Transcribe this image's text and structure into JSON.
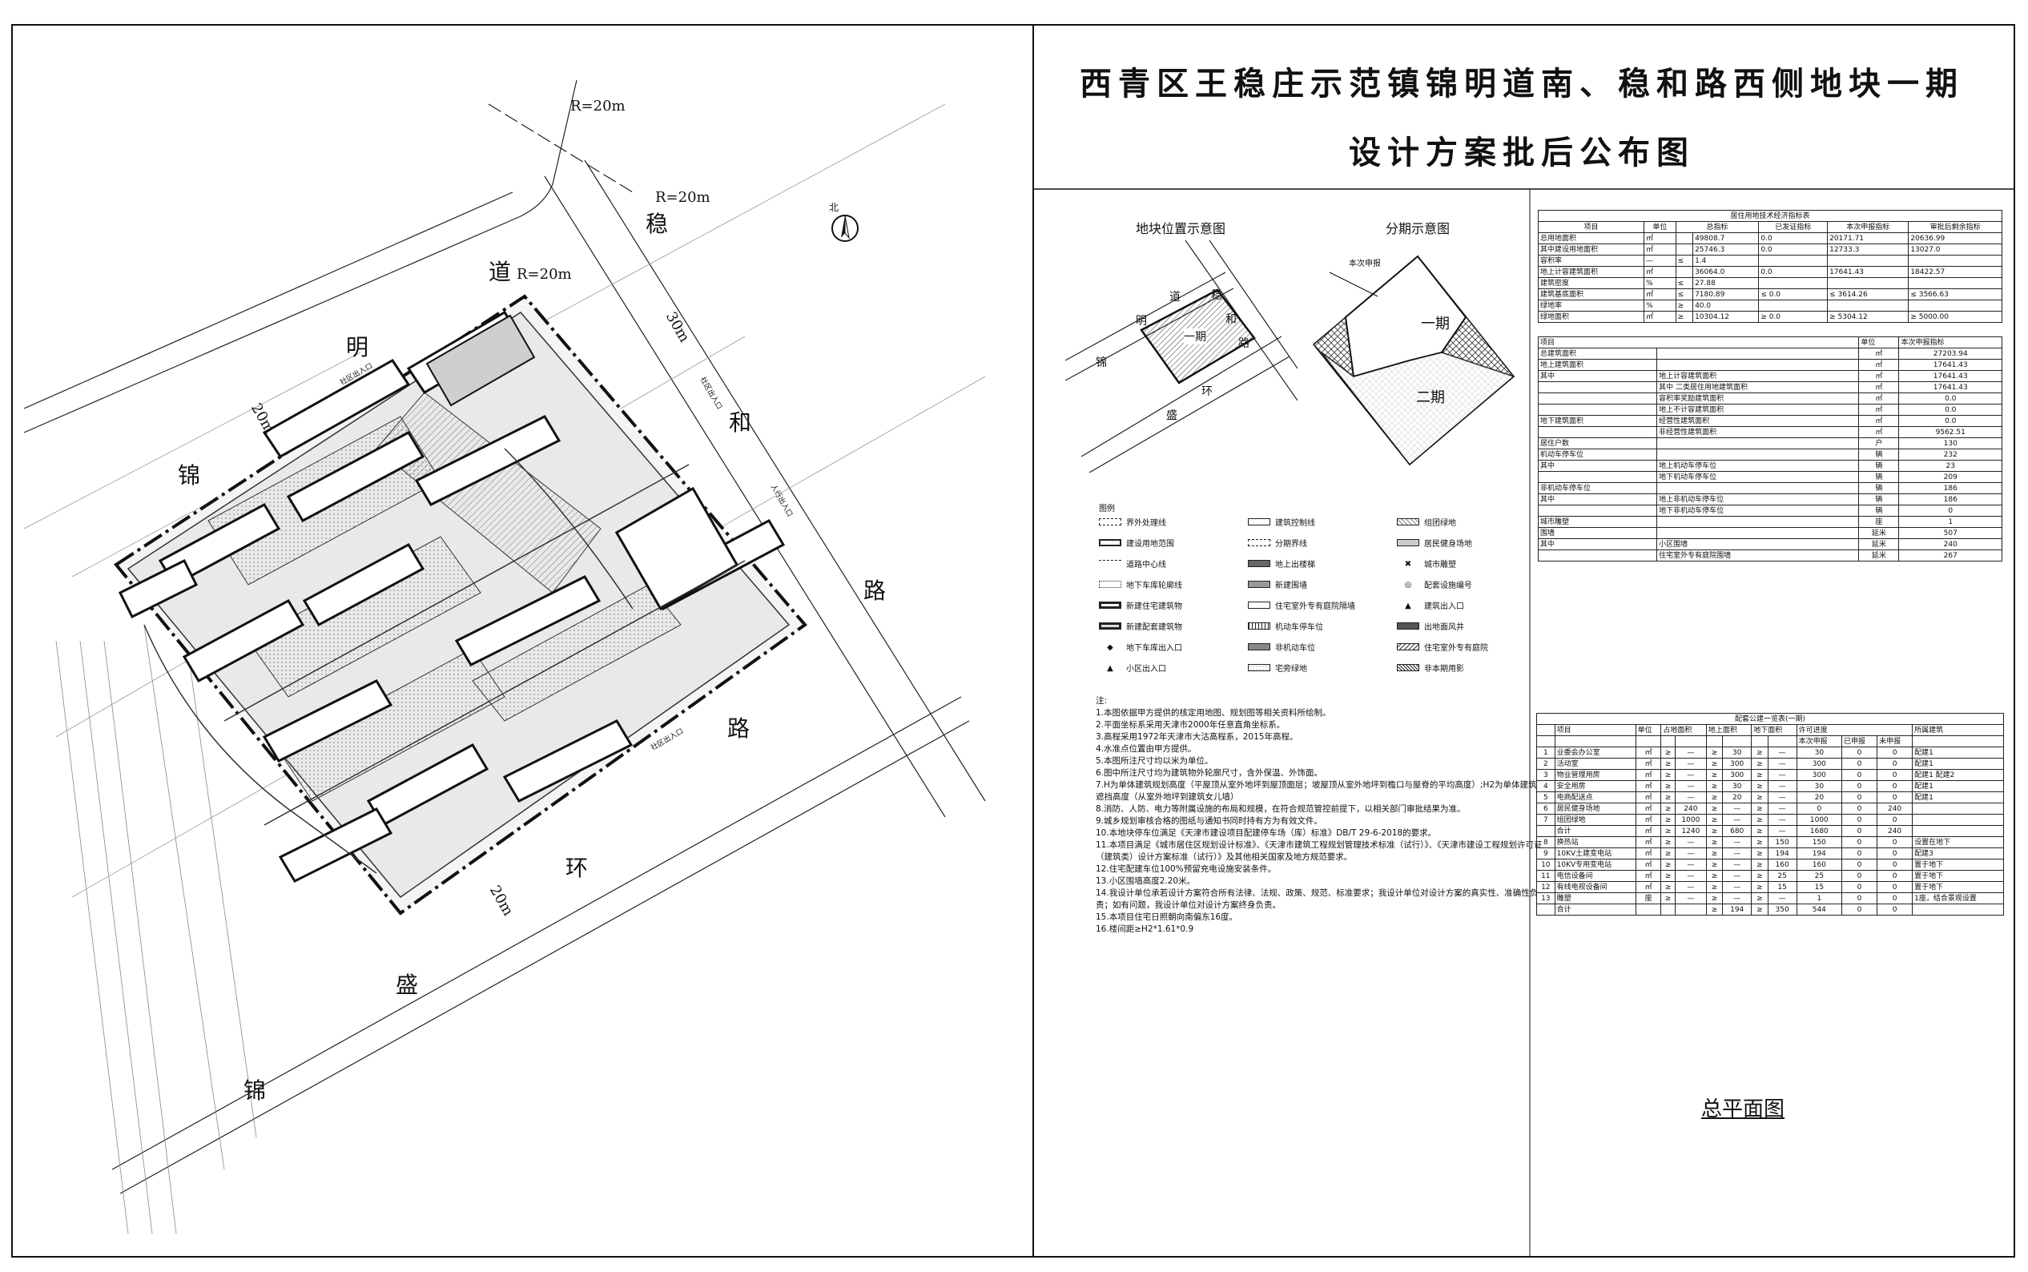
{
  "title_line1": "西青区王稳庄示范镇锦明道南、稳和路西侧地块一期",
  "title_line2": "设计方案批后公布图",
  "drawing_name": "总平面图",
  "map": {
    "radius_labels": [
      "R=20m",
      "R=20m",
      "R=20m"
    ],
    "widths": [
      "30m",
      "20m",
      "20m"
    ],
    "north": "北",
    "road1": [
      "锦",
      "明",
      "道"
    ],
    "road2": [
      "稳",
      "和",
      "路"
    ],
    "road3": [
      "锦",
      "盛",
      "环",
      "路"
    ],
    "entrance_labels": [
      "社区出入口",
      "社区出入口",
      "人行出入口",
      "社区出入口"
    ]
  },
  "location_title": "地块位置示意图",
  "phase_title": "分期示意图",
  "phase_labels": {
    "p1": "一期",
    "p2": "二期",
    "current": "本次申报"
  },
  "location_roads": {
    "a": "明",
    "b": "道",
    "c": "锦",
    "d": "稳",
    "e": "和",
    "f": "路",
    "g": "盛",
    "h": "环",
    "i": "一期"
  },
  "legend_title": "图例",
  "legend": [
    [
      "界外处理线",
      "建筑控制线",
      "组团绿地"
    ],
    [
      "建设用地范围",
      "分期界线",
      "居民健身场地"
    ],
    [
      "道路中心线",
      "地上出楼梯",
      "城市雕塑"
    ],
    [
      "地下车库轮廓线",
      "新建围墙",
      "配套设施编号"
    ],
    [
      "新建住宅建筑物",
      "住宅室外专有庭院隔墙",
      "建筑出入口"
    ],
    [
      "新建配套建筑物",
      "机动车停车位",
      "出地面风井"
    ],
    [
      "地下车库出入口",
      "非机动车位",
      "住宅室外专有庭院"
    ],
    [
      "小区出入口",
      "宅旁绿地",
      "非本期用影"
    ]
  ],
  "notes_title": "注:",
  "notes": [
    "1.本图依据甲方提供的核定用地图、规划图等相关资料所绘制。",
    "2.平面坐标系采用天津市2000年任意直角坐标系。",
    "3.高程采用1972年天津市大沽高程系，2015年高程。",
    "4.水准点位置由甲方提供。",
    "5.本图所注尺寸均以米为单位。",
    "6.图中所注尺寸均为建筑物外轮廓尺寸，含外保温、外饰面。",
    "7.H为单体建筑规划高度（平屋顶从室外地坪到屋顶面层；坡屋顶从室外地坪到檐口与屋脊的平均高度）;H2为单体建筑遮挡高度（从室外地坪到建筑女儿墙）",
    "8.消防、人防、电力等附属设施的布局和规模，在符合规范管控前提下，以相关部门审批结果为准。",
    "9.城乡规划审核合格的图纸与通知书同时持有方为有效文件。",
    "10.本地块停车位满足《天津市建设项目配建停车场（库）标准》DB/T 29-6-2018的要求。",
    "11.本项目满足《城市居住区规划设计标准》、《天津市建筑工程规划管理技术标准（试行）》、《天津市建设工程规划许可证（建筑类）设计方案标准（试行）》及其他相关国家及地方规范要求。",
    "12.住宅配建车位100%预留充电设施安装条件。",
    "13.小区围墙高度2.20米。",
    "14.我设计单位承若设计方案符合所有法律、法规、政策、规范、标准要求；我设计单位对设计方案的真实性、准确性负责；如有问题，我设计单位对设计方案终身负责。",
    "15.本项目住宅日照朝向南偏东16度。",
    "16.楼间距≥H2*1.61*0.9"
  ],
  "table1": {
    "caption": "居住用地技术经济指标表",
    "header": [
      "项目",
      "单位",
      "总指标",
      "已发证指标",
      "本次申报指标",
      "审批后剩余指标"
    ],
    "rows": [
      [
        "总用地面积",
        "㎡",
        "",
        "49808.7",
        "0.0",
        "20171.71",
        "20636.99"
      ],
      [
        "其中建设用地面积",
        "㎡",
        "",
        "25746.3",
        "0.0",
        "12733.3",
        "13027.0"
      ],
      [
        "容积率",
        "—",
        "≤",
        "1.4",
        "",
        "",
        ""
      ],
      [
        "地上计容建筑面积",
        "㎡",
        "",
        "36064.0",
        "0.0",
        "17641.43",
        "18422.57"
      ],
      [
        "建筑密度",
        "%",
        "≤",
        "27.88",
        "",
        "",
        ""
      ],
      [
        "建筑基底面积",
        "㎡",
        "≤",
        "7180.89",
        "≤ 0.0",
        "≤ 3614.26",
        "≤ 3566.63"
      ],
      [
        "绿地率",
        "%",
        "≥",
        "40.0",
        "",
        "",
        ""
      ],
      [
        "绿地面积",
        "㎡",
        "≥",
        "10304.12",
        "≥ 0.0",
        "≥ 5304.12",
        "≥ 5000.00"
      ]
    ]
  },
  "table2": {
    "header": [
      "项目",
      "单位",
      "本次申报指标"
    ],
    "rows": [
      [
        "总建筑面积",
        "",
        "㎡",
        "27203.94"
      ],
      [
        "地上建筑面积",
        "",
        "㎡",
        "17641.43"
      ],
      [
        "其中",
        "地上计容建筑面积",
        "㎡",
        "17641.43"
      ],
      [
        "",
        "其中 二类居住用地建筑面积",
        "㎡",
        "17641.43"
      ],
      [
        "",
        "容积率奖励建筑面积",
        "㎡",
        "0.0"
      ],
      [
        "",
        "地上不计容建筑面积",
        "㎡",
        "0.0"
      ],
      [
        "地下建筑面积",
        "经营性建筑面积",
        "㎡",
        "0.0"
      ],
      [
        "",
        "非经营性建筑面积",
        "㎡",
        "9562.51"
      ],
      [
        "居住户数",
        "",
        "户",
        "130"
      ],
      [
        "机动车停车位",
        "",
        "辆",
        "232"
      ],
      [
        "其中",
        "地上机动车停车位",
        "辆",
        "23"
      ],
      [
        "",
        "地下机动车停车位",
        "辆",
        "209"
      ],
      [
        "非机动车停车位",
        "",
        "辆",
        "186"
      ],
      [
        "其中",
        "地上非机动车停车位",
        "辆",
        "186"
      ],
      [
        "",
        "地下非机动车停车位",
        "辆",
        "0"
      ],
      [
        "城市雕塑",
        "",
        "座",
        "1"
      ],
      [
        "围墙",
        "",
        "延米",
        "507"
      ],
      [
        "其中",
        "小区围墙",
        "延米",
        "240"
      ],
      [
        "",
        "住宅室外专有庭院围墙",
        "延米",
        "267"
      ]
    ]
  },
  "table3": {
    "caption": "配套公建一览表(一期)",
    "header": [
      "项目",
      "单位",
      "占地面积",
      "地上面积",
      "地下面积",
      "本次申报",
      "已申报",
      "未申报",
      "所属建筑"
    ],
    "permit_header": "许可进度",
    "rows": [
      [
        "1",
        "业委会办公室",
        "㎡",
        "≥",
        "—",
        "≥",
        "30",
        "≥",
        "—",
        "30",
        "0",
        "0",
        "配建1"
      ],
      [
        "2",
        "活动室",
        "㎡",
        "≥",
        "—",
        "≥",
        "300",
        "≥",
        "—",
        "300",
        "0",
        "0",
        "配建1"
      ],
      [
        "3",
        "物业管理用房",
        "㎡",
        "≥",
        "—",
        "≥",
        "300",
        "≥",
        "—",
        "300",
        "0",
        "0",
        "配建1 配建2"
      ],
      [
        "4",
        "安全用房",
        "㎡",
        "≥",
        "—",
        "≥",
        "30",
        "≥",
        "—",
        "30",
        "0",
        "0",
        "配建1"
      ],
      [
        "5",
        "电商配送点",
        "㎡",
        "≥",
        "—",
        "≥",
        "20",
        "≥",
        "—",
        "20",
        "0",
        "0",
        "配建1"
      ],
      [
        "6",
        "居民健身场地",
        "㎡",
        "≥",
        "240",
        "≥",
        "—",
        "≥",
        "—",
        "0",
        "0",
        "240",
        ""
      ],
      [
        "7",
        "组团绿地",
        "㎡",
        "≥",
        "1000",
        "≥",
        "—",
        "≥",
        "—",
        "1000",
        "0",
        "0",
        ""
      ],
      [
        "",
        "合计",
        "㎡",
        "≥",
        "1240",
        "≥",
        "680",
        "≥",
        "—",
        "1680",
        "0",
        "240",
        ""
      ],
      [
        "8",
        "换热站",
        "㎡",
        "≥",
        "—",
        "≥",
        "—",
        "≥",
        "150",
        "150",
        "0",
        "0",
        "设置在地下"
      ],
      [
        "9",
        "10KV土建变电站",
        "㎡",
        "≥",
        "—",
        "≥",
        "—",
        "≥",
        "194",
        "194",
        "0",
        "0",
        "配建3"
      ],
      [
        "10",
        "10KV专用变电站",
        "㎡",
        "≥",
        "—",
        "≥",
        "—",
        "≥",
        "160",
        "160",
        "0",
        "0",
        "置于地下"
      ],
      [
        "11",
        "电信设备间",
        "㎡",
        "≥",
        "—",
        "≥",
        "—",
        "≥",
        "25",
        "25",
        "0",
        "0",
        "置于地下"
      ],
      [
        "12",
        "有线电视设备间",
        "㎡",
        "≥",
        "—",
        "≥",
        "—",
        "≥",
        "15",
        "15",
        "0",
        "0",
        "置于地下"
      ],
      [
        "13",
        "雕塑",
        "座",
        "≥",
        "—",
        "≥",
        "—",
        "≥",
        "—",
        "1",
        "0",
        "0",
        "1座，结合景观设置"
      ],
      [
        "",
        "合计",
        "",
        "",
        "",
        "≥",
        "194",
        "≥",
        "350",
        "544",
        "0",
        "0",
        ""
      ]
    ]
  }
}
